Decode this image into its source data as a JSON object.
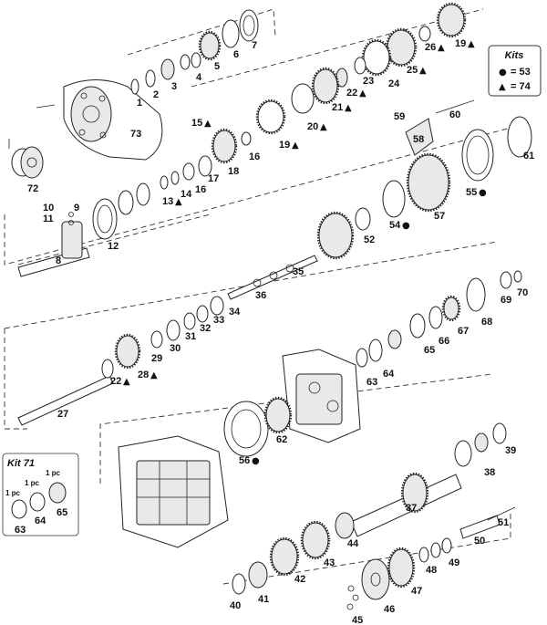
{
  "kits_box": {
    "title": "Kits",
    "rows": [
      {
        "symbol": "●",
        "value": "= 53"
      },
      {
        "symbol": "▲",
        "value": "= 74"
      }
    ]
  },
  "kit71_box": {
    "title": "Kit 71",
    "qty": [
      "1 pc",
      "1 pc",
      "1 pc"
    ],
    "parts": [
      "63",
      "64",
      "65"
    ]
  },
  "labels": {
    "p1": "1",
    "p2": "2",
    "p3": "3",
    "p4": "4",
    "p5": "5",
    "p6": "6",
    "p7": "7",
    "p8": "8",
    "p9": "9",
    "p10": "10",
    "p11": "11",
    "p12": "12",
    "p13": "13",
    "p14": "14",
    "p15": "15",
    "p16a": "16",
    "p16b": "16",
    "p17": "17",
    "p18": "18",
    "p19a": "19",
    "p19b": "19",
    "p20": "20",
    "p21": "21",
    "p22a": "22",
    "p22b": "22",
    "p23": "23",
    "p24": "24",
    "p25": "25",
    "p26": "26",
    "p27": "27",
    "p28": "28",
    "p29": "29",
    "p30": "30",
    "p31": "31",
    "p32": "32",
    "p33": "33",
    "p34": "34",
    "p35": "35",
    "p36": "36",
    "p37": "37",
    "p38": "38",
    "p39": "39",
    "p40": "40",
    "p41": "41",
    "p42": "42",
    "p43": "43",
    "p44": "44",
    "p45": "45",
    "p46": "46",
    "p47": "47",
    "p48": "48",
    "p49": "49",
    "p50": "50",
    "p51": "51",
    "p52": "52",
    "p54": "54",
    "p55": "55",
    "p56": "56",
    "p57": "57",
    "p58": "58",
    "p59": "59",
    "p60": "60",
    "p61": "61",
    "p62": "62",
    "p63": "63",
    "p64": "64",
    "p65": "65",
    "p66": "66",
    "p67": "67",
    "p68": "68",
    "p69": "69",
    "p70": "70",
    "p72": "72",
    "p73": "73"
  },
  "marks": {
    "triangle": "▲",
    "dot": "●"
  }
}
